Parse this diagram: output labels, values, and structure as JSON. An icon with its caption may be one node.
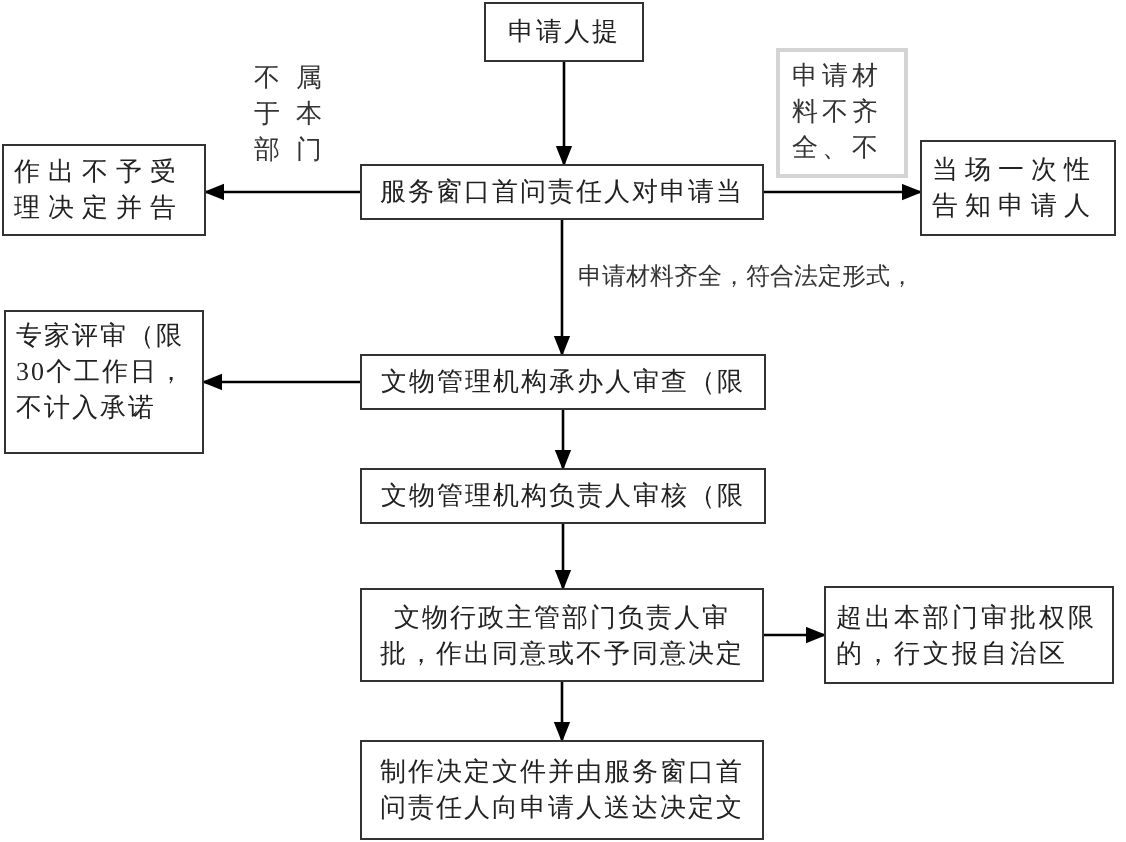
{
  "diagram": {
    "nodes": [
      {
        "text": [
          "申请人提"
        ]
      },
      {
        "text": [
          "作出不予受理决定并告"
        ]
      },
      {
        "text": [
          "服务窗口首问责任人对申请当"
        ]
      },
      {
        "text": [
          "当场一次性告知申请人"
        ]
      },
      {
        "text": [
          "专家评审（限30个工作日，不计入承诺"
        ]
      },
      {
        "text": [
          "文物管理机构承办人审查（限"
        ]
      },
      {
        "text": [
          "文物管理机构负责人审核（限"
        ]
      },
      {
        "text": [
          "文物行政主管部门负责人审批，作出同意或不予同意决定"
        ]
      },
      {
        "text": [
          "超出本部门审批权限的，行文报自治区"
        ]
      },
      {
        "text": [
          "制作决定文件并由服务窗口首问责任人向申请人送达决定文"
        ]
      }
    ],
    "edges": [
      {
        "from": 0,
        "to": 2,
        "arrow": "to"
      },
      {
        "from": 2,
        "to": 1,
        "arrow": "to",
        "label": "不属于本部门"
      },
      {
        "from": 2,
        "to": 3,
        "arrow": "to",
        "label": "申请材料不齐全、不"
      },
      {
        "from": 2,
        "to": 5,
        "arrow": "to",
        "label": "申请材料齐全，符合法定形式，"
      },
      {
        "from": 5,
        "to": 4,
        "arrow": "to"
      },
      {
        "from": 5,
        "to": 6,
        "arrow": "to"
      },
      {
        "from": 6,
        "to": 7,
        "arrow": "to"
      },
      {
        "from": 7,
        "to": 8,
        "arrow": "to"
      },
      {
        "from": 7,
        "to": 9,
        "arrow": "to"
      }
    ]
  }
}
